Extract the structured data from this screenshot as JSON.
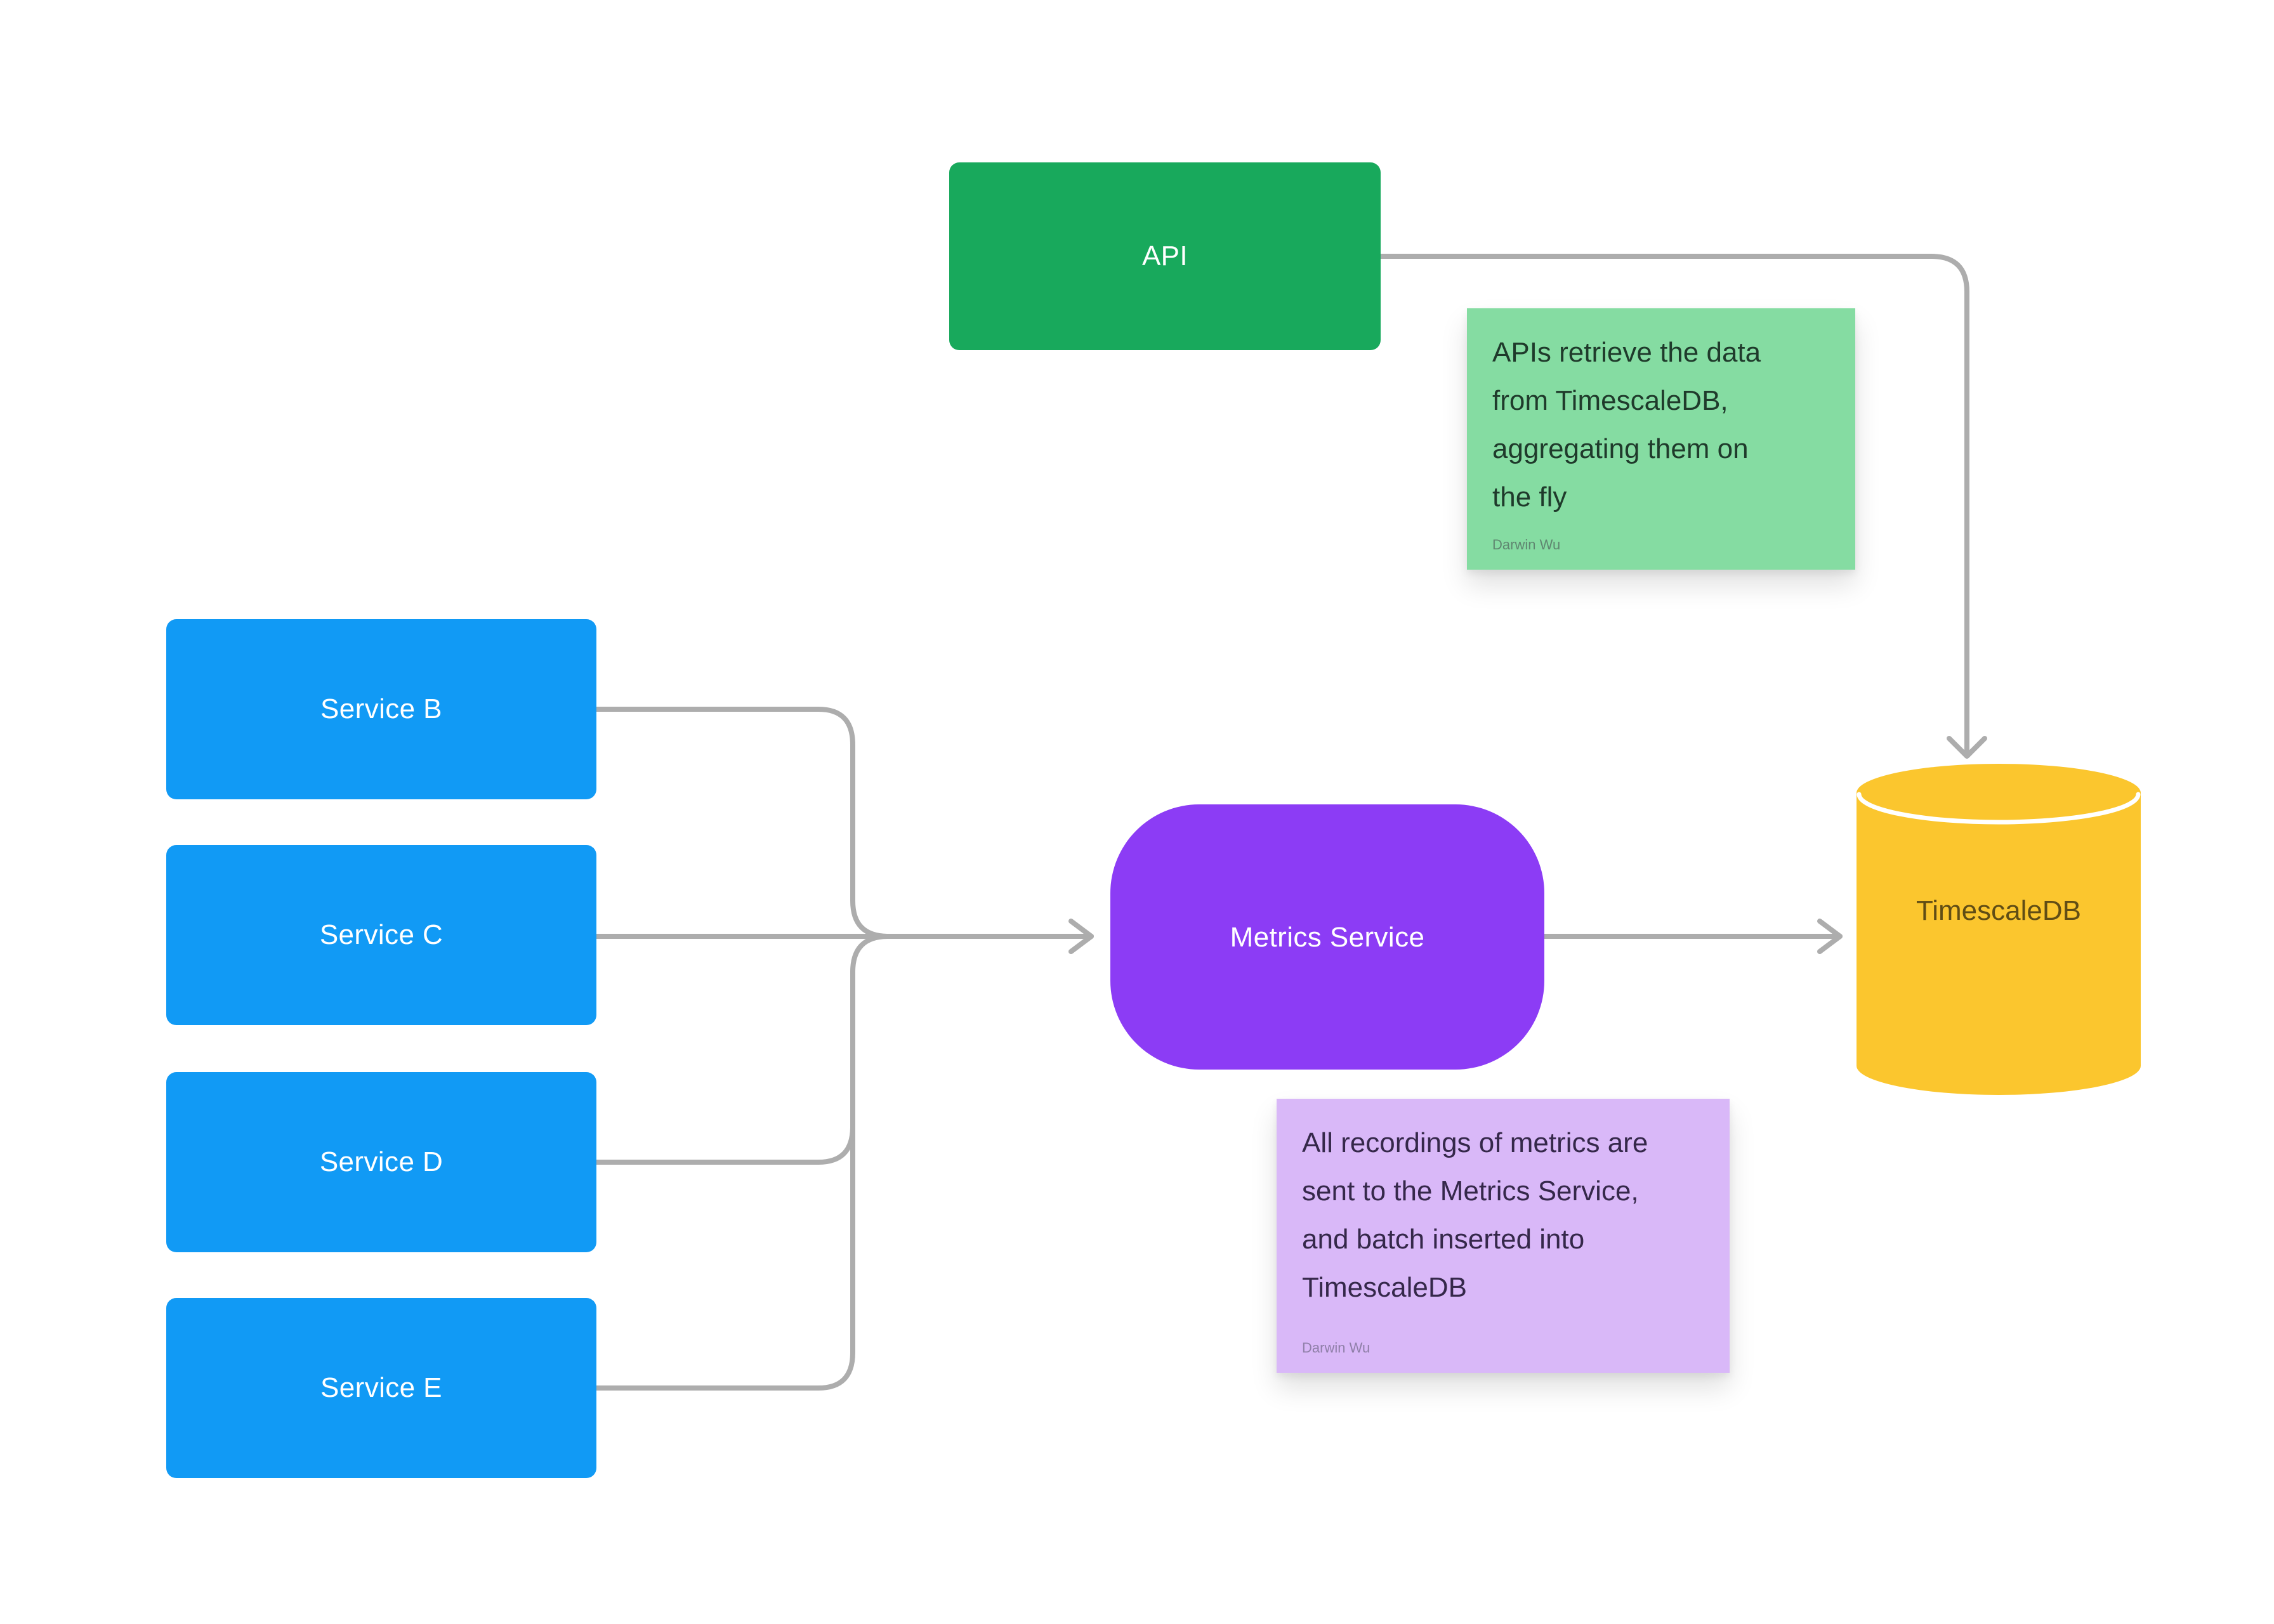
{
  "diagram": {
    "background": "#FFFFFF",
    "edge_color": "#ADADAD"
  },
  "nodes": {
    "api": {
      "label": "API",
      "fill": "#18A95C",
      "text_color": "#FFFFFF"
    },
    "services": [
      {
        "label": "Service B"
      },
      {
        "label": "Service C"
      },
      {
        "label": "Service D"
      },
      {
        "label": "Service E"
      }
    ],
    "service_fill": "#119AF5",
    "service_text_color": "#FFFFFF",
    "metrics": {
      "label": "Metrics Service",
      "fill": "#8C3CF5",
      "text_color": "#FFFFFF"
    },
    "database": {
      "label": "TimescaleDB",
      "fill": "#FBC62E",
      "text_color": "#604D15",
      "shape": "cylinder"
    }
  },
  "notes": {
    "api_note": {
      "text": "APIs retrieve the data\nfrom TimescaleDB,\naggregating them on\nthe fly",
      "author": "Darwin Wu",
      "fill": "#85DCA2",
      "text_color": "#1F3A2B"
    },
    "metrics_note": {
      "text": "All recordings of metrics are\nsent to the Metrics Service,\nand batch inserted into\nTimescaleDB",
      "author": "Darwin Wu",
      "fill": "#D9B8F8",
      "text_color": "#35284A"
    }
  },
  "edges": [
    {
      "from": "Service B",
      "to": "Metrics Service"
    },
    {
      "from": "Service C",
      "to": "Metrics Service"
    },
    {
      "from": "Service D",
      "to": "Metrics Service"
    },
    {
      "from": "Service E",
      "to": "Metrics Service"
    },
    {
      "from": "Metrics Service",
      "to": "TimescaleDB"
    },
    {
      "from": "API",
      "to": "TimescaleDB"
    }
  ]
}
